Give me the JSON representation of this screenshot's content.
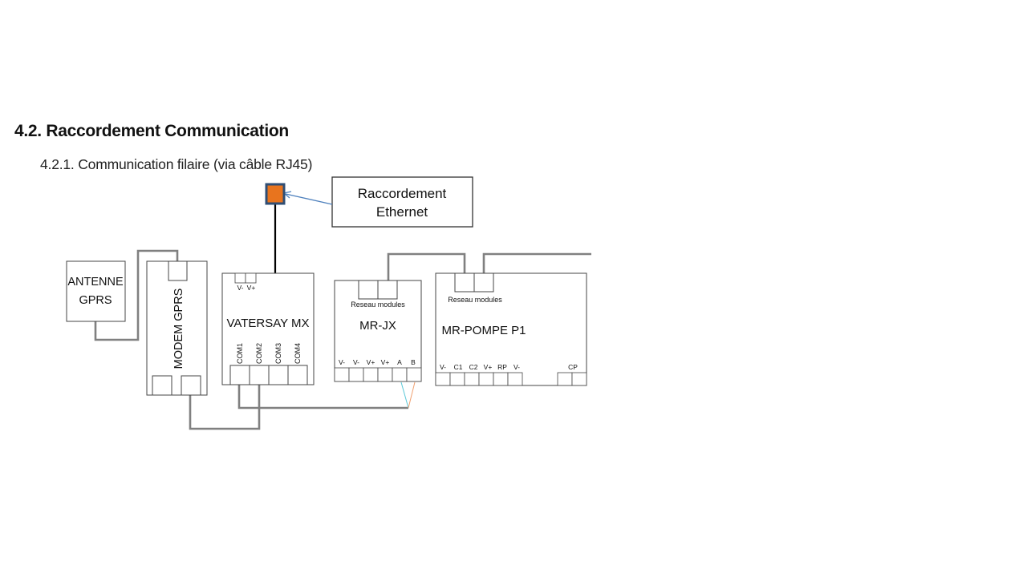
{
  "section": {
    "heading": "4.2. Raccordement Communication",
    "subheading": "4.2.1. Communication filaire (via câble RJ45)"
  },
  "diagram": {
    "callout": {
      "line1": "Raccordement",
      "line2": "Ethernet"
    },
    "antenna": {
      "line1": "ANTENNE",
      "line2": "GPRS"
    },
    "modem": {
      "label": "MODEM GPRS"
    },
    "vatersay": {
      "label": "VATERSAY MX",
      "power": [
        "V-",
        "V+"
      ],
      "ports": [
        "COM1",
        "COM2",
        "COM3",
        "COM4"
      ]
    },
    "mrjx": {
      "label": "MR-JX",
      "network": "Reseau modules",
      "terminals": [
        "V-",
        "V-",
        "V+",
        "V+",
        "A",
        "B"
      ]
    },
    "pompe": {
      "label": "MR-POMPE P1",
      "network": "Reseau modules",
      "terminals": [
        "V-",
        "C1",
        "C2",
        "V+",
        "RP",
        "V-"
      ],
      "extra": "CP"
    },
    "colors": {
      "rj45_orange": "#E8741E",
      "rj45_blue": "#4A7EC7",
      "connector_border": "#2F4E74",
      "callout_arrow": "#4F81BD",
      "wire_gray": "#808080",
      "wire_cyan": "#5BC8D8",
      "wire_orange": "#F0A070"
    }
  }
}
